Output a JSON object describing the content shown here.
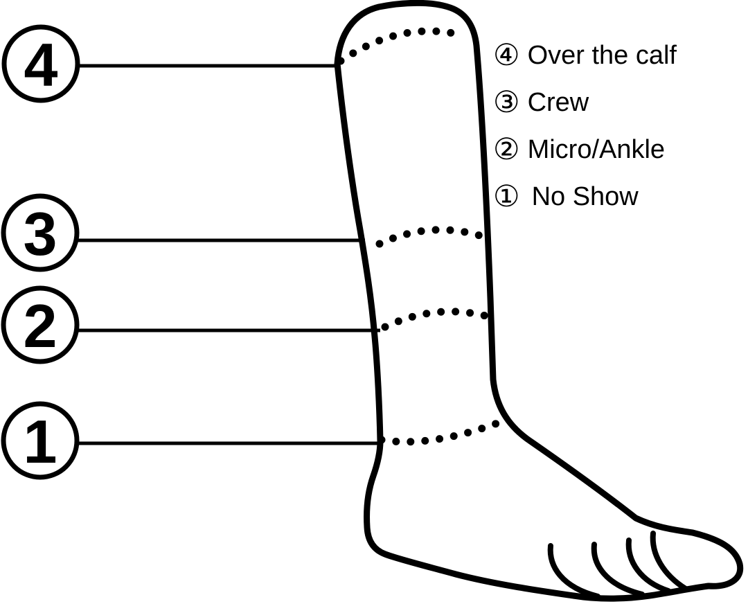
{
  "colors": {
    "ink": "#000000",
    "background": "#ffffff"
  },
  "callouts": [
    {
      "number": "4",
      "circled": "④",
      "label": "Over the calf"
    },
    {
      "number": "3",
      "circled": "③",
      "label": "Crew"
    },
    {
      "number": "2",
      "circled": "②",
      "label": "Micro/Ankle"
    },
    {
      "number": "1",
      "circled": "①",
      "label": "No Show"
    }
  ]
}
